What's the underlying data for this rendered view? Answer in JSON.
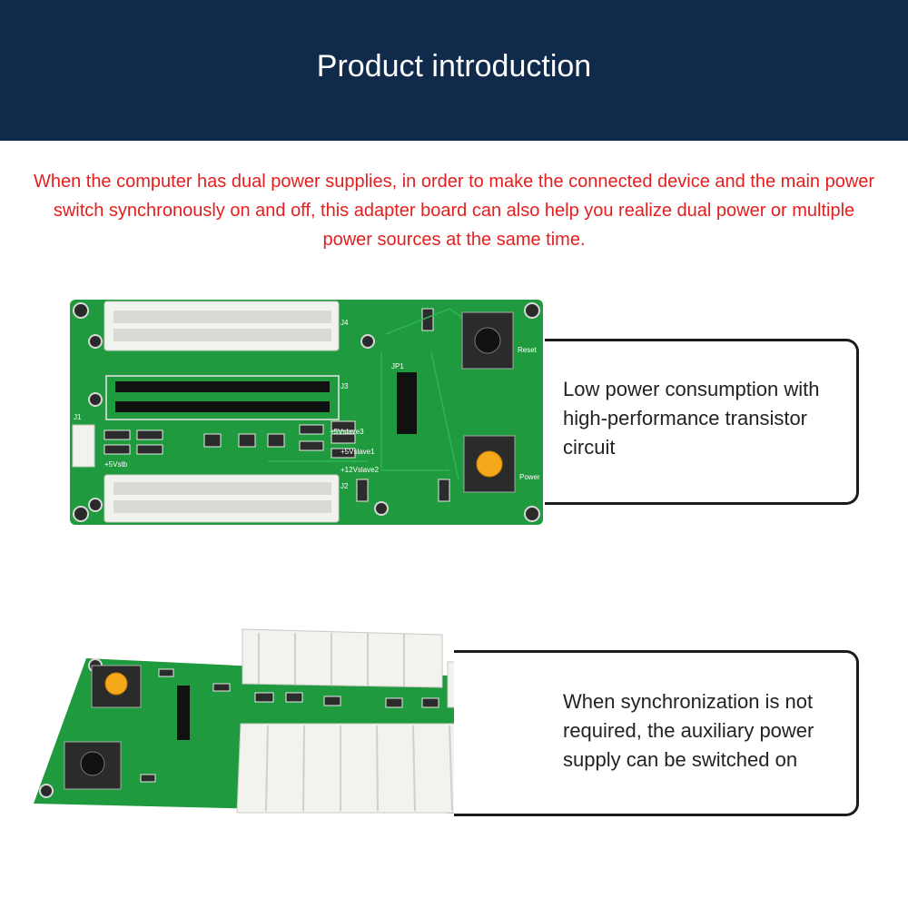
{
  "header": {
    "title": "Product introduction"
  },
  "intro": {
    "text": "When the computer has dual power supplies, in order to make the connected device and the main power switch synchronously on and off, this adapter board can also help you realize dual power or multiple power sources at the same time."
  },
  "board_top": {
    "labels": {
      "j4": "J4",
      "j3": "J3",
      "j2": "J2",
      "j1": "J1",
      "jp1": "JP1",
      "reset": "Reset",
      "power": "Power",
      "slave1": "+5Vslave1",
      "slave2": "+12Vslave2",
      "slave3": "+5Vslave3",
      "fivevsb": "+5Vstb"
    }
  },
  "board_bottom": {
    "labels": {}
  },
  "callouts": [
    {
      "text": "Low power consumption with high-performance transistor circuit"
    },
    {
      "text": "When synchronization is not required, the auxiliary power supply can be switched on"
    }
  ],
  "colors": {
    "header_bg": "#0f2a4a",
    "intro_text": "#e41e1e",
    "pcb_green": "#1f9a3e",
    "callout_border": "#1b1b1b"
  }
}
